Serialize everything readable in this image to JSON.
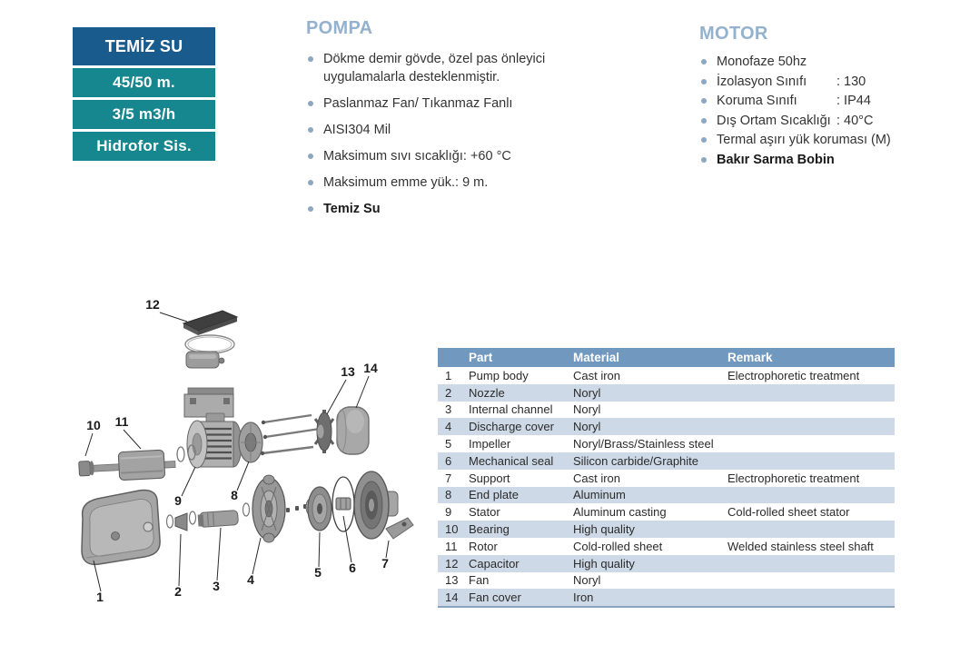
{
  "spec_box": {
    "title": "TEMİZ SU",
    "rows": [
      "45/50 m.",
      "3/5 m3/h",
      "Hidrofor Sis."
    ]
  },
  "pompa": {
    "title": "POMPA",
    "items": [
      {
        "text": "Dökme demir gövde, özel pas önleyici uygulamalarla desteklenmiştir.",
        "bold": false
      },
      {
        "text": "Paslanmaz Fan/ Tıkanmaz Fanlı",
        "bold": false
      },
      {
        "text": "AISI304 Mil",
        "bold": false
      },
      {
        "text": "Maksimum sıvı sıcaklığı: +60 °C",
        "bold": false
      },
      {
        "text": "Maksimum emme yük.: 9 m.",
        "bold": false
      },
      {
        "text": "Temiz Su",
        "bold": true
      }
    ]
  },
  "motor": {
    "title": "MOTOR",
    "items": [
      {
        "label": "Monofaze 50hz",
        "value": "",
        "bold": false
      },
      {
        "label": "İzolasyon Sınıfı",
        "value": ": 130",
        "bold": false
      },
      {
        "label": "Koruma Sınıfı",
        "value": ":  IP44",
        "bold": false
      },
      {
        "label": "Dış Ortam Sıcaklığı",
        "value": ":  40°C",
        "bold": false
      },
      {
        "label": "Termal aşırı yük koruması (M)",
        "value": "",
        "bold": false
      },
      {
        "label": "Bakır Sarma Bobin",
        "value": "",
        "bold": true
      }
    ]
  },
  "diagram": {
    "part_labels": [
      "1",
      "2",
      "3",
      "4",
      "5",
      "6",
      "7",
      "8",
      "9",
      "10",
      "11",
      "12",
      "13",
      "14"
    ]
  },
  "table": {
    "headers": [
      "Part",
      "Material",
      "Remark"
    ],
    "rows": [
      {
        "no": "1",
        "part": "Pump body",
        "material": "Cast iron",
        "remark": "Electrophoretic treatment"
      },
      {
        "no": "2",
        "part": "Nozzle",
        "material": "Noryl",
        "remark": ""
      },
      {
        "no": "3",
        "part": "Internal channel",
        "material": "Noryl",
        "remark": ""
      },
      {
        "no": "4",
        "part": "Discharge cover",
        "material": "Noryl",
        "remark": ""
      },
      {
        "no": "5",
        "part": "Impeller",
        "material": "Noryl/Brass/Stainless steel",
        "remark": ""
      },
      {
        "no": "6",
        "part": "Mechanical seal",
        "material": "Silicon carbide/Graphite",
        "remark": ""
      },
      {
        "no": "7",
        "part": "Support",
        "material": "Cast iron",
        "remark": "Electrophoretic treatment"
      },
      {
        "no": "8",
        "part": "End plate",
        "material": "Aluminum",
        "remark": ""
      },
      {
        "no": "9",
        "part": "Stator",
        "material": "Aluminum casting",
        "remark": "Cold-rolled sheet stator"
      },
      {
        "no": "10",
        "part": "Bearing",
        "material": "High quality",
        "remark": ""
      },
      {
        "no": "11",
        "part": "Rotor",
        "material": "Cold-rolled sheet",
        "remark": "Welded stainless steel shaft"
      },
      {
        "no": "12",
        "part": "Capacitor",
        "material": "High quality",
        "remark": ""
      },
      {
        "no": "13",
        "part": "Fan",
        "material": "Noryl",
        "remark": ""
      },
      {
        "no": "14",
        "part": "Fan cover",
        "material": "Iron",
        "remark": ""
      }
    ]
  },
  "colors": {
    "header_blue": "#1a5b8d",
    "teal": "#16868f",
    "section_heading": "#94b1cd",
    "table_header_bg": "#7198bf",
    "table_row_alt": "#cdd9e6"
  }
}
